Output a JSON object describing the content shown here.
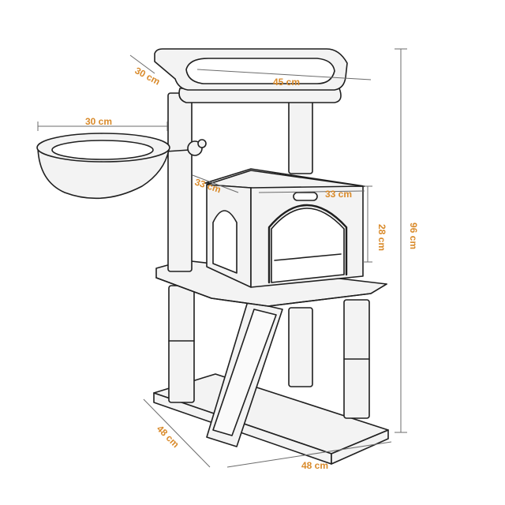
{
  "diagram": {
    "subject": "cat-tree",
    "colors": {
      "label": "#d98a2a",
      "outline": "#1f1f1f",
      "dimension_line": "#6b6b6b",
      "panel_fill": "#f3f3f3"
    },
    "dimensions": {
      "top_depth": "30 cm",
      "top_width": "45 cm",
      "basket_width": "30 cm",
      "condo_depth": "33 cm",
      "condo_width": "33 cm",
      "condo_height": "28 cm",
      "total_height": "96 cm",
      "base_depth": "48 cm",
      "base_width": "48 cm"
    }
  }
}
